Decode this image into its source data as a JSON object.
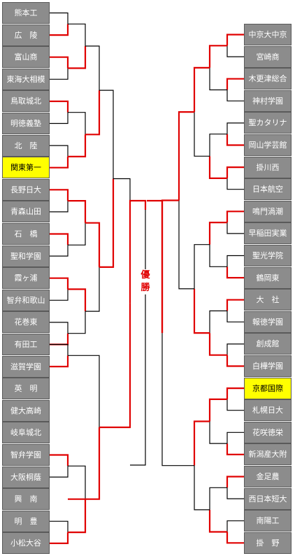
{
  "colors": {
    "win": "#e00000",
    "lose": "#000000",
    "team_bg": "#8c8c8c",
    "highlight_bg": "#ffff00"
  },
  "champion_label": [
    "優",
    "勝"
  ],
  "left_teams": [
    {
      "name": "熊本工"
    },
    {
      "name": "広　陵"
    },
    {
      "name": "富山商"
    },
    {
      "name": "東海大相模"
    },
    {
      "name": "鳥取城北"
    },
    {
      "name": "明徳義塾"
    },
    {
      "name": "北　陸"
    },
    {
      "name": "関東第一",
      "highlight": true
    },
    {
      "name": "長野日大"
    },
    {
      "name": "青森山田"
    },
    {
      "name": "石　橋"
    },
    {
      "name": "聖和学園"
    },
    {
      "name": "霞ヶ浦"
    },
    {
      "name": "智弁和歌山"
    },
    {
      "name": "花巻東"
    },
    {
      "name": "有田工"
    },
    {
      "name": "滋賀学園"
    },
    {
      "name": "英　明"
    },
    {
      "name": "健大高崎"
    },
    {
      "name": "岐阜城北"
    },
    {
      "name": "智弁学園"
    },
    {
      "name": "大阪桐蔭"
    },
    {
      "name": "興　南"
    },
    {
      "name": "明　豊"
    },
    {
      "name": "小松大谷"
    }
  ],
  "right_teams": [
    {
      "name": "中京大中京"
    },
    {
      "name": "宮崎商"
    },
    {
      "name": "木更津総合"
    },
    {
      "name": "神村学園"
    },
    {
      "name": "聖カタリナ"
    },
    {
      "name": "岡山学芸館"
    },
    {
      "name": "掛川西"
    },
    {
      "name": "日本航空"
    },
    {
      "name": "鳴門渦潮"
    },
    {
      "name": "早稲田実業"
    },
    {
      "name": "聖光学院"
    },
    {
      "name": "鶴岡東"
    },
    {
      "name": "大　社"
    },
    {
      "name": "報徳学園"
    },
    {
      "name": "創成館"
    },
    {
      "name": "白樺学園"
    },
    {
      "name": "京都国際",
      "highlight": true
    },
    {
      "name": "札幌日大"
    },
    {
      "name": "花咲徳栄"
    },
    {
      "name": "新潟産大附"
    },
    {
      "name": "金足農"
    },
    {
      "name": "西日本短大"
    },
    {
      "name": "南陽工"
    },
    {
      "name": "掛　野"
    }
  ]
}
